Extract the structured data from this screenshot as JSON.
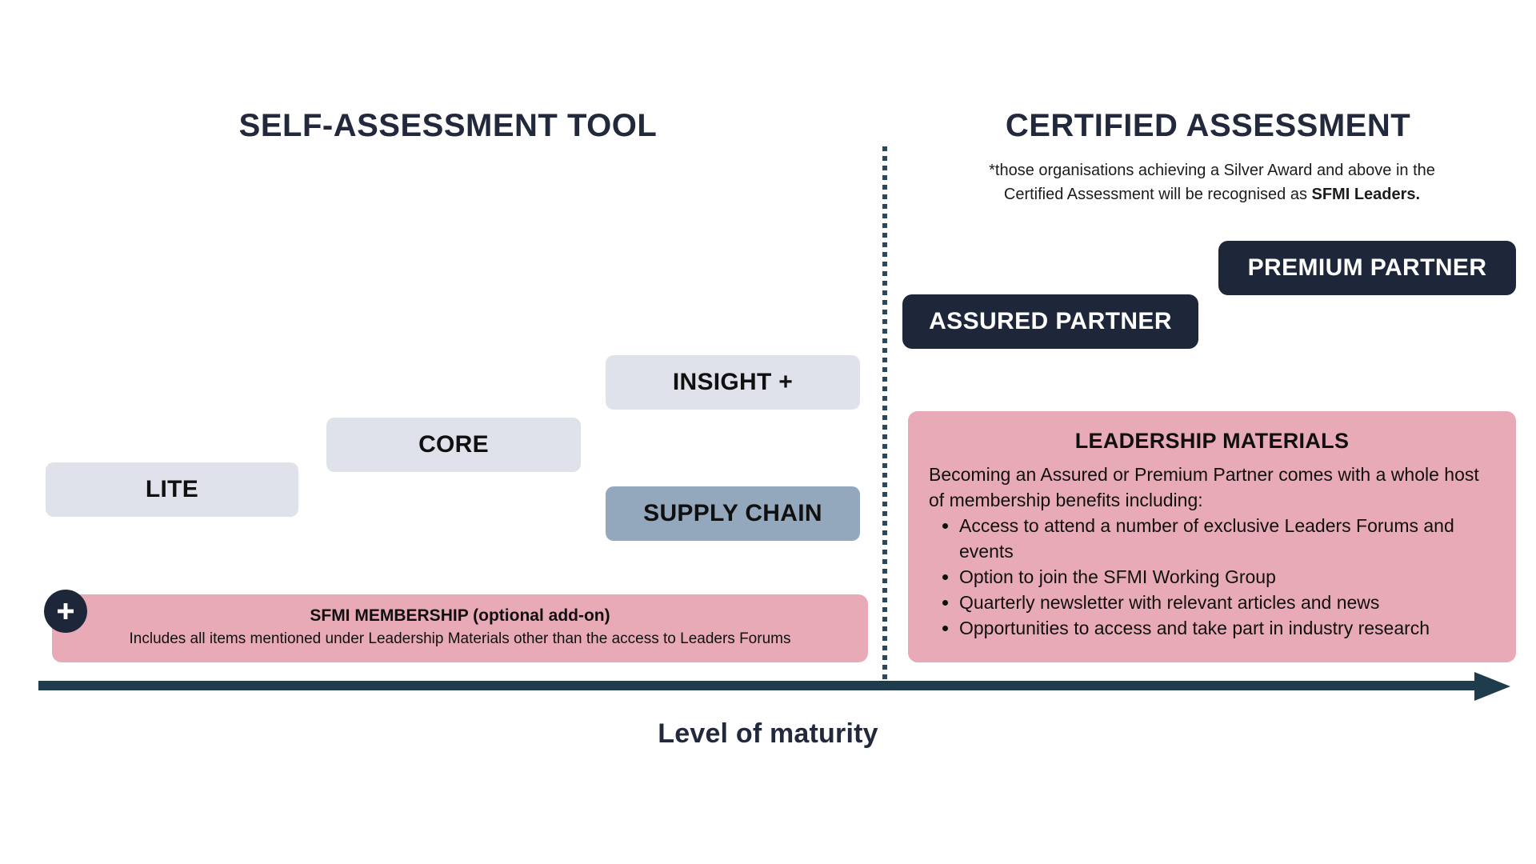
{
  "columns": {
    "left_title": "SELF-ASSESSMENT TOOL",
    "right_title": "CERTIFIED ASSESSMENT"
  },
  "certified_note": {
    "line1": "*those organisations achieving a Silver Award and above in the",
    "line2_prefix": "Certified Assessment will be recognised as ",
    "line2_bold": "SFMI Leaders."
  },
  "self_assessment_steps": [
    {
      "label": "LITE",
      "tier": 1,
      "style": "light"
    },
    {
      "label": "CORE",
      "tier": 2,
      "style": "light"
    },
    {
      "label": "INSIGHT +",
      "tier": 3,
      "style": "light"
    },
    {
      "label": "SUPPLY CHAIN",
      "tier": 3,
      "style": "supply"
    }
  ],
  "partner_tiers": [
    {
      "label": "ASSURED PARTNER",
      "tier": 4
    },
    {
      "label": "PREMIUM PARTNER",
      "tier": 5
    }
  ],
  "leadership_materials": {
    "title": "LEADERSHIP MATERIALS",
    "intro": "Becoming an Assured or Premium Partner comes with a whole host of membership benefits including:",
    "benefits": [
      "Access to attend a number of exclusive Leaders Forums and events",
      "Option to join the SFMI Working Group",
      "Quarterly newsletter with relevant articles and news",
      "Opportunities to access and take part in industry research"
    ]
  },
  "membership": {
    "badge_icon": "plus-icon",
    "title": "SFMI MEMBERSHIP (optional add-on)",
    "subtitle": "Includes all items mentioned under Leadership Materials other than the access to Leaders Forums"
  },
  "axis": {
    "label": "Level of maturity",
    "direction": "right"
  },
  "colors": {
    "navy": "#1e2739",
    "navy_text": "#22293c",
    "pink": "#e9aab7",
    "light_box": "#dfe2eb",
    "supply_box": "#93a8bc",
    "divider": "#2b4759",
    "white": "#ffffff"
  }
}
